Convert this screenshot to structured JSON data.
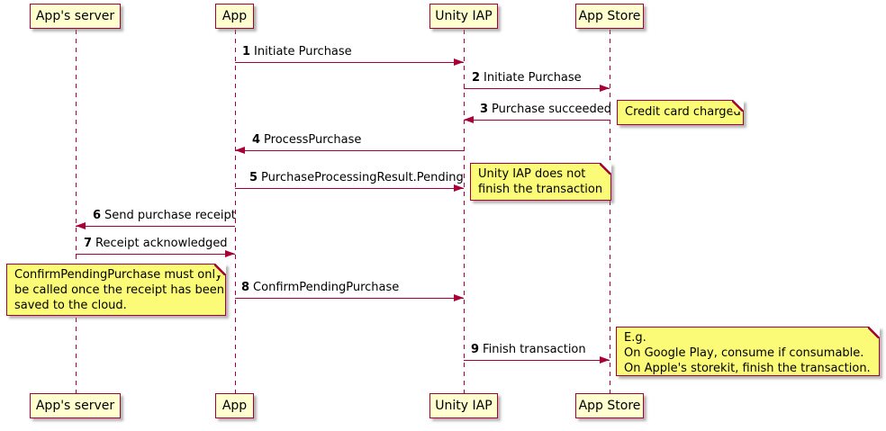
{
  "diagram": {
    "type": "sequence-diagram",
    "participants": [
      {
        "label": "App's server"
      },
      {
        "label": "App"
      },
      {
        "label": "Unity IAP"
      },
      {
        "label": "App Store"
      }
    ],
    "messages": [
      {
        "num": "1",
        "label": "Initiate Purchase",
        "from": "App",
        "to": "Unity IAP"
      },
      {
        "num": "2",
        "label": "Initiate Purchase",
        "from": "Unity IAP",
        "to": "App Store"
      },
      {
        "num": "3",
        "label": "Purchase succeeded",
        "from": "App Store",
        "to": "Unity IAP"
      },
      {
        "num": "4",
        "label": "ProcessPurchase",
        "from": "Unity IAP",
        "to": "App"
      },
      {
        "num": "5",
        "label": "PurchaseProcessingResult.Pending",
        "from": "App",
        "to": "Unity IAP"
      },
      {
        "num": "6",
        "label": "Send purchase receipt",
        "from": "App",
        "to": "App's server"
      },
      {
        "num": "7",
        "label": "Receipt acknowledged",
        "from": "App's server",
        "to": "App"
      },
      {
        "num": "8",
        "label": "ConfirmPendingPurchase",
        "from": "App",
        "to": "Unity IAP"
      },
      {
        "num": "9",
        "label": "Finish transaction",
        "from": "Unity IAP",
        "to": "App Store"
      }
    ],
    "notes": [
      {
        "lines": [
          "Credit card charged"
        ]
      },
      {
        "lines": [
          "Unity IAP does not",
          "finish the transaction"
        ]
      },
      {
        "lines": [
          "ConfirmPendingPurchase must only",
          "be called once the receipt has been",
          "saved to the cloud."
        ]
      },
      {
        "lines": [
          "E.g.",
          "On Google Play, consume if consumable.",
          "On Apple's storekit, finish the transaction."
        ]
      }
    ],
    "colors": {
      "accent": "#A80036",
      "participant_fill": "#FEFECE",
      "note_fill": "#FBFB77",
      "background": "#FFFFFF"
    }
  }
}
